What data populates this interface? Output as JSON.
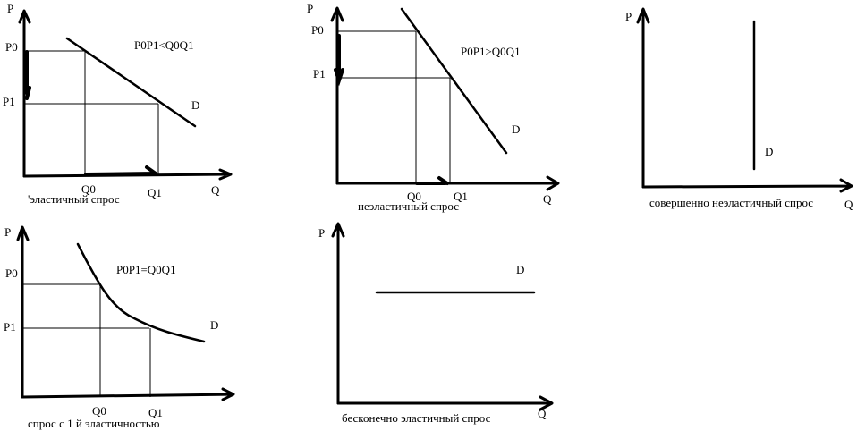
{
  "axis": {
    "p": "P",
    "q": "Q"
  },
  "panels": [
    {
      "id": "elastic",
      "y_labels": [
        "P0",
        "P1"
      ],
      "x_labels": [
        "Q0",
        "Q1"
      ],
      "relation": "P0P1<Q0Q1",
      "curve": "D",
      "caption": "'эластичный спрос"
    },
    {
      "id": "inelastic",
      "y_labels": [
        "P0",
        "P1"
      ],
      "x_labels": [
        "Q0",
        "Q1"
      ],
      "relation": "P0P1>Q0Q1",
      "curve": "D",
      "caption": "неэластичный спрос"
    },
    {
      "id": "perfectly-inelastic",
      "curve": "D",
      "caption": "совершенно неэластичный спрос"
    },
    {
      "id": "unit-elastic",
      "y_labels": [
        "P0",
        "P1"
      ],
      "x_labels": [
        "Q0",
        "Q1"
      ],
      "relation": "P0P1=Q0Q1",
      "curve": "D",
      "caption": "спрос с 1 й эластичностью"
    },
    {
      "id": "perfectly-elastic",
      "curve": "D",
      "caption": "бесконечно эластичный спрос"
    }
  ]
}
